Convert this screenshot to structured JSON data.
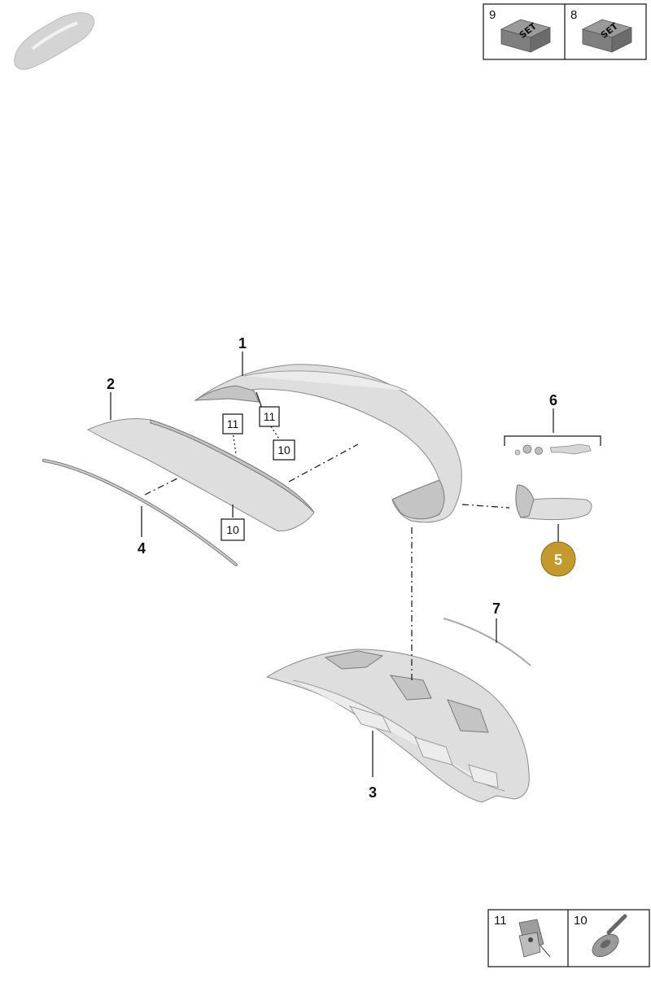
{
  "callouts": {
    "c1": "1",
    "c2": "2",
    "c3": "3",
    "c4": "4",
    "c5": "5",
    "c6": "6",
    "c7": "7"
  },
  "boxed_refs": {
    "b11a": "11",
    "b10a": "10",
    "b11b": "11",
    "b10b": "10"
  },
  "top_panel": {
    "left_num": "9",
    "left_label": "SET",
    "right_num": "8",
    "right_label": "SET"
  },
  "bottom_panel": {
    "left_num": "11",
    "right_num": "10"
  },
  "colors": {
    "highlight": "#c49a2c",
    "part_fill": "#dedede",
    "line": "#111111"
  }
}
